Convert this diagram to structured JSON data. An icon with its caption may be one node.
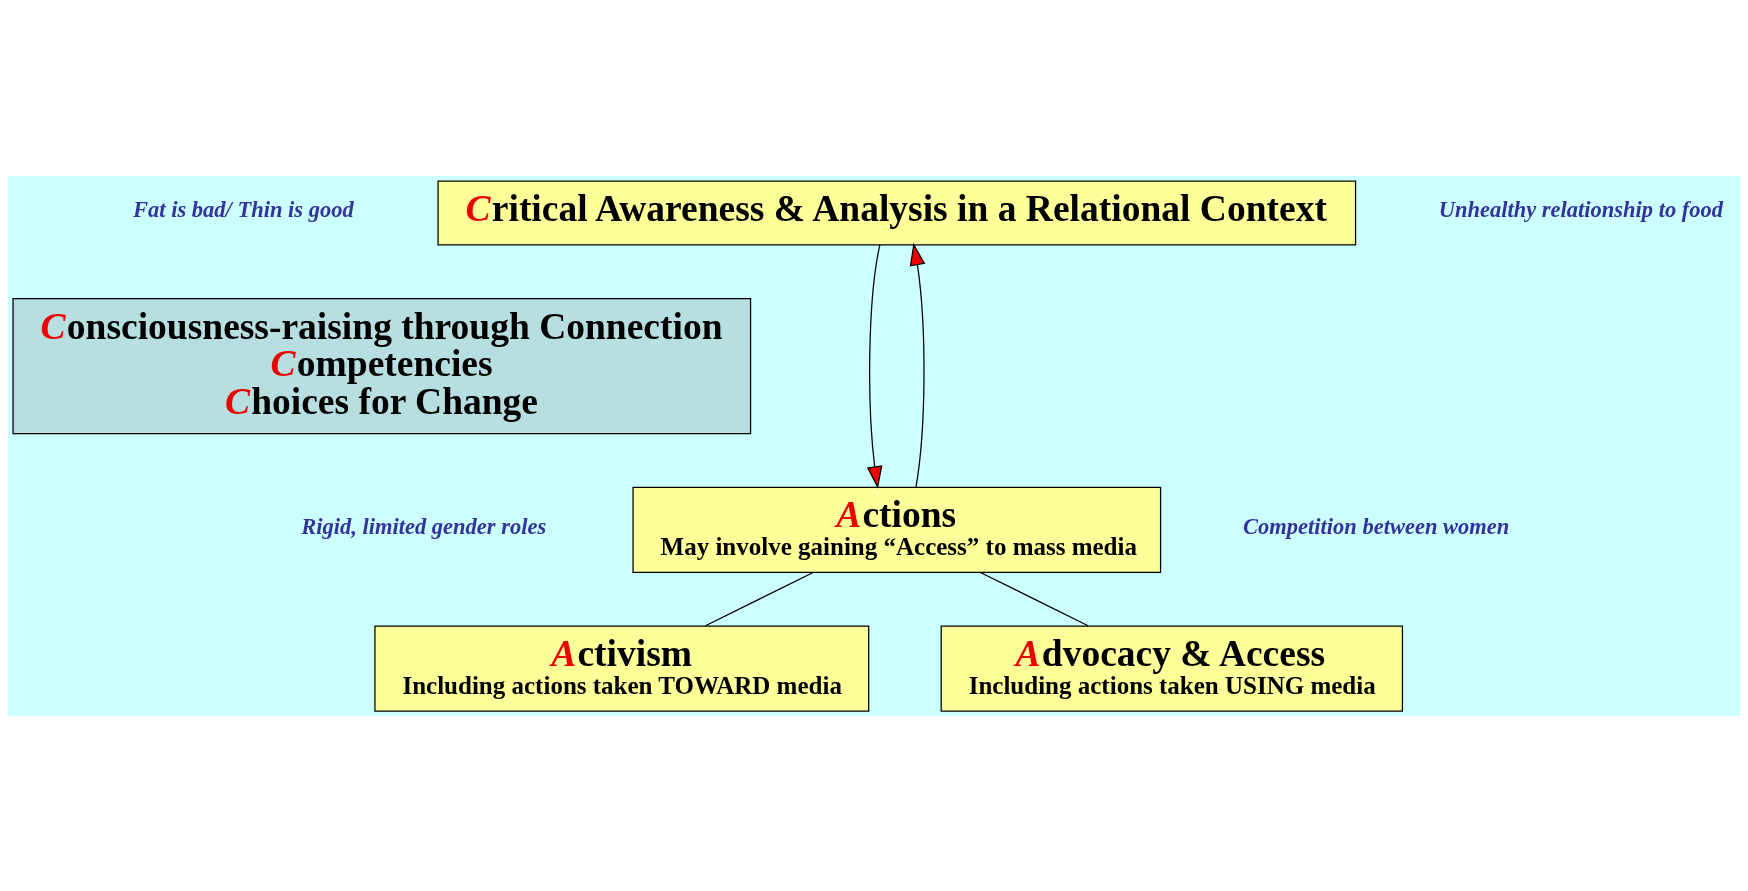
{
  "diagram": {
    "nodes": [
      {
        "text": [
          "Critical Awareness & Analysis in a Relational Context"
        ]
      },
      {
        "text": [
          "Consciousness-raising through Connection",
          "Competencies",
          "Choices for Change"
        ]
      },
      {
        "text": [
          "Actions",
          "May involve gaining “Access” to mass media"
        ]
      },
      {
        "text": [
          "Activism",
          "Including actions taken TOWARD media"
        ]
      },
      {
        "text": [
          "Advocacy & Access",
          "Including actions taken USING media"
        ]
      }
    ],
    "edges": [
      {
        "from": 2,
        "to": 0,
        "arrow": "to"
      },
      {
        "from": 0,
        "to": 2,
        "arrow": "to"
      },
      {
        "from": 2,
        "to": 3,
        "arrow": "none"
      },
      {
        "from": 2,
        "to": 4,
        "arrow": "none"
      }
    ],
    "labels": [
      "Fat is bad/ Thin is good",
      "Unhealthy relationship to food",
      "Rigid, limited gender roles",
      "Competition between women"
    ]
  }
}
